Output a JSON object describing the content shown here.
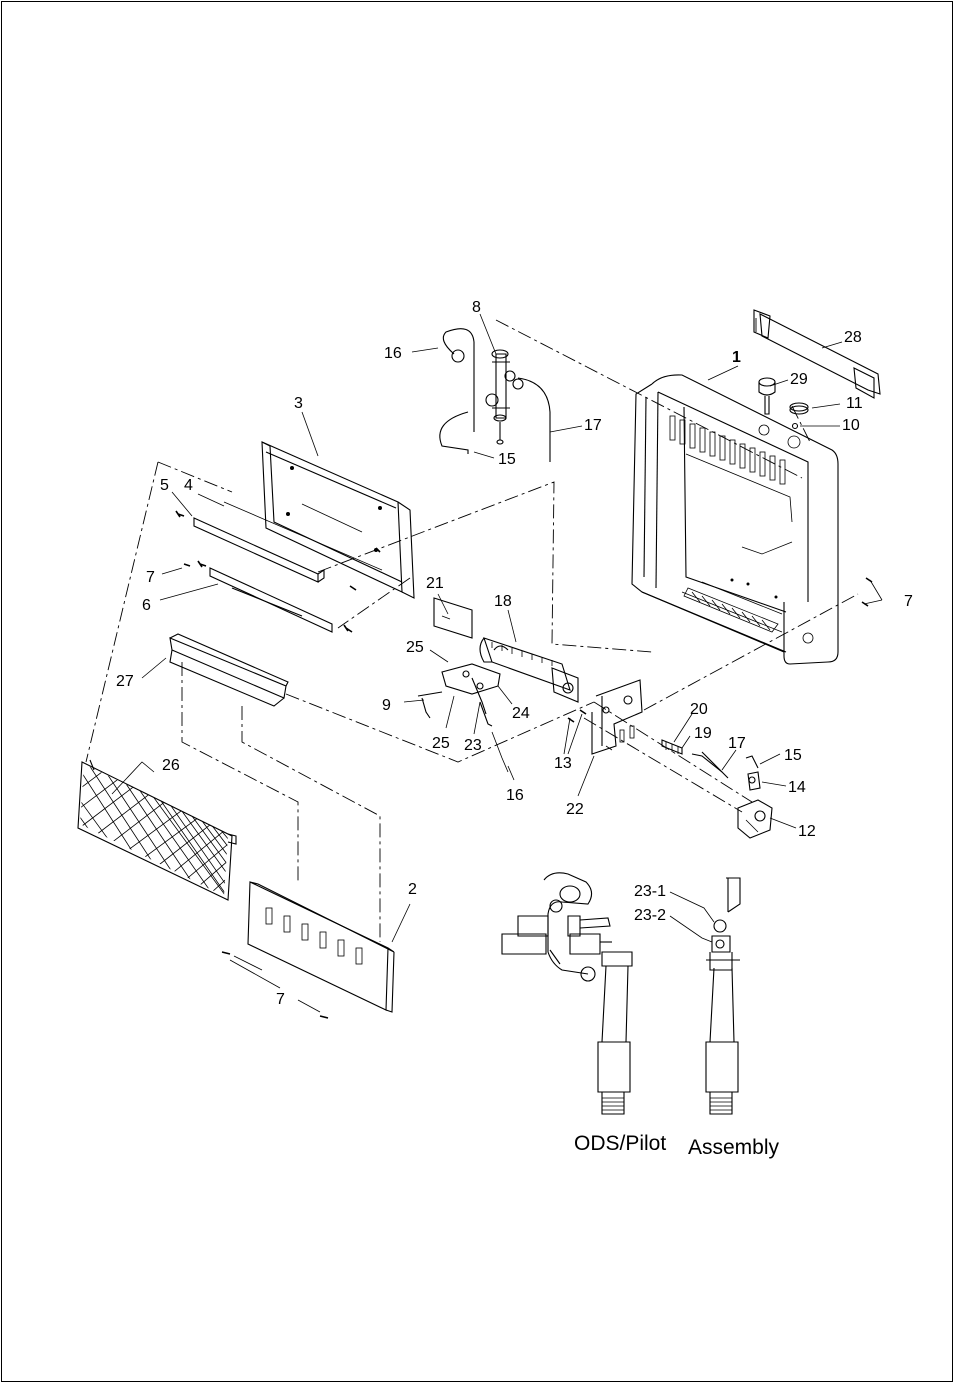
{
  "labels": {
    "p1": "1",
    "p2": "2",
    "p3": "3",
    "p4": "4",
    "p5": "5",
    "p6": "6",
    "p7": "7",
    "p8": "8",
    "p9": "9",
    "p10": "10",
    "p11": "11",
    "p12": "12",
    "p13": "13",
    "p14": "14",
    "p15": "15",
    "p16": "16",
    "p17": "17",
    "p18": "18",
    "p19": "19",
    "p20": "20",
    "p21": "21",
    "p22": "22",
    "p23": "23",
    "p24": "24",
    "p25": "25",
    "p26": "26",
    "p27": "27",
    "p28": "28",
    "p29": "29",
    "p23_1": "23-1",
    "p23_2": "23-2"
  },
  "caption": {
    "left": "ODS/Pilot",
    "right": "Assembly"
  }
}
